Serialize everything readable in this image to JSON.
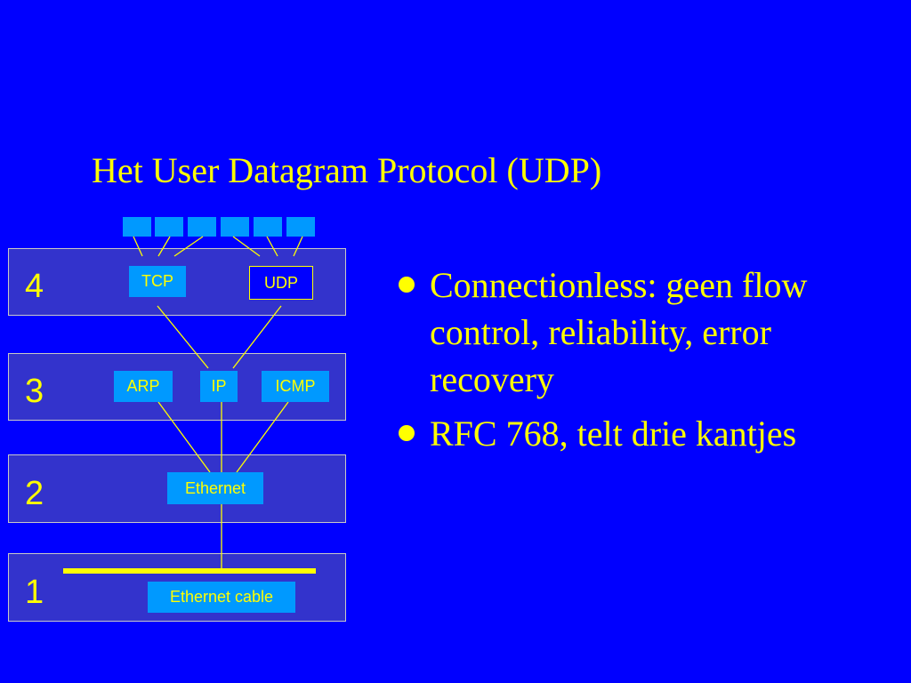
{
  "theme": {
    "background": "#0000FF",
    "text": "#FFFF00",
    "box": "#0099FF",
    "layer": "#3333CC"
  },
  "title": "Het User Datagram Protocol (UDP)",
  "diagram": {
    "ports_count": 6,
    "layers": [
      {
        "number": "4",
        "protocols": [
          "TCP",
          "UDP"
        ]
      },
      {
        "number": "3",
        "protocols": [
          "ARP",
          "IP",
          "ICMP"
        ]
      },
      {
        "number": "2",
        "protocols": [
          "Ethernet"
        ]
      },
      {
        "number": "1",
        "protocols": [
          "Ethernet cable"
        ]
      }
    ]
  },
  "bullets": [
    "Connectionless: geen flow control, reliability, error recovery",
    "RFC 768, telt drie kantjes"
  ]
}
